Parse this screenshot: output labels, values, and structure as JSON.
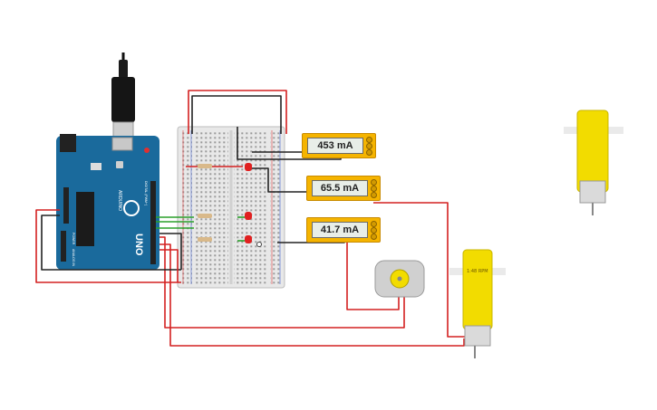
{
  "board": {
    "brand": "UNO",
    "series": "ARDUINO",
    "digital_header": "DIGITAL (PWM~)",
    "power_header": "POWER",
    "analog_header": "ANALOG IN"
  },
  "meters": [
    {
      "reading": "453 mA"
    },
    {
      "reading": "65.5 mA"
    },
    {
      "reading": "41.7 mA"
    }
  ],
  "gear_motor": {
    "label": "1:48 RPM"
  },
  "colors": {
    "wire_red": "#d42020",
    "wire_black": "#222222",
    "wire_green": "#2aa02a",
    "meter_body": "#f5b400",
    "board_blue": "#1a6a9c",
    "motor_yellow": "#f2dc00"
  }
}
